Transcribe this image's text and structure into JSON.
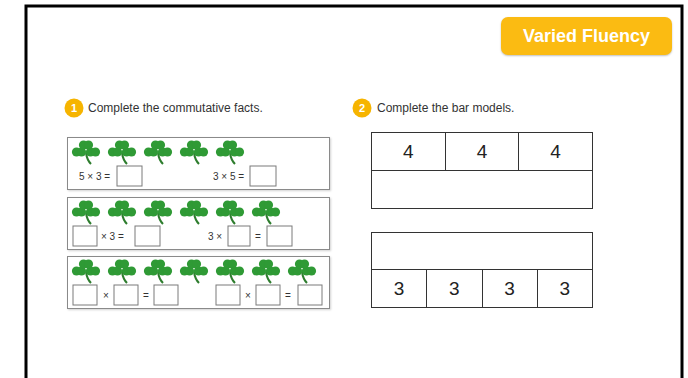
{
  "diagram": {
    "nodes": [
      {
        "text": [
          "Varied Fluency"
        ]
      },
      {
        "text": [
          "1"
        ]
      },
      {
        "text": [
          "2"
        ]
      },
      {
        "text": [
          "5 × 3 =",
          "3 × 5 ="
        ]
      },
      {
        "text": [
          "× 3 =",
          "3 ×",
          "="
        ]
      },
      {
        "text": [
          "×",
          "=",
          "×",
          "="
        ]
      },
      {
        "text": [
          "4"
        ]
      },
      {
        "text": [
          "4"
        ]
      },
      {
        "text": [
          "4"
        ]
      },
      {
        "text": [
          "3"
        ]
      },
      {
        "text": [
          "3"
        ]
      },
      {
        "text": [
          "3"
        ]
      },
      {
        "text": [
          "3"
        ]
      }
    ],
    "labels": [
      "Complete the commutative facts.",
      "Complete the bar models."
    ]
  }
}
